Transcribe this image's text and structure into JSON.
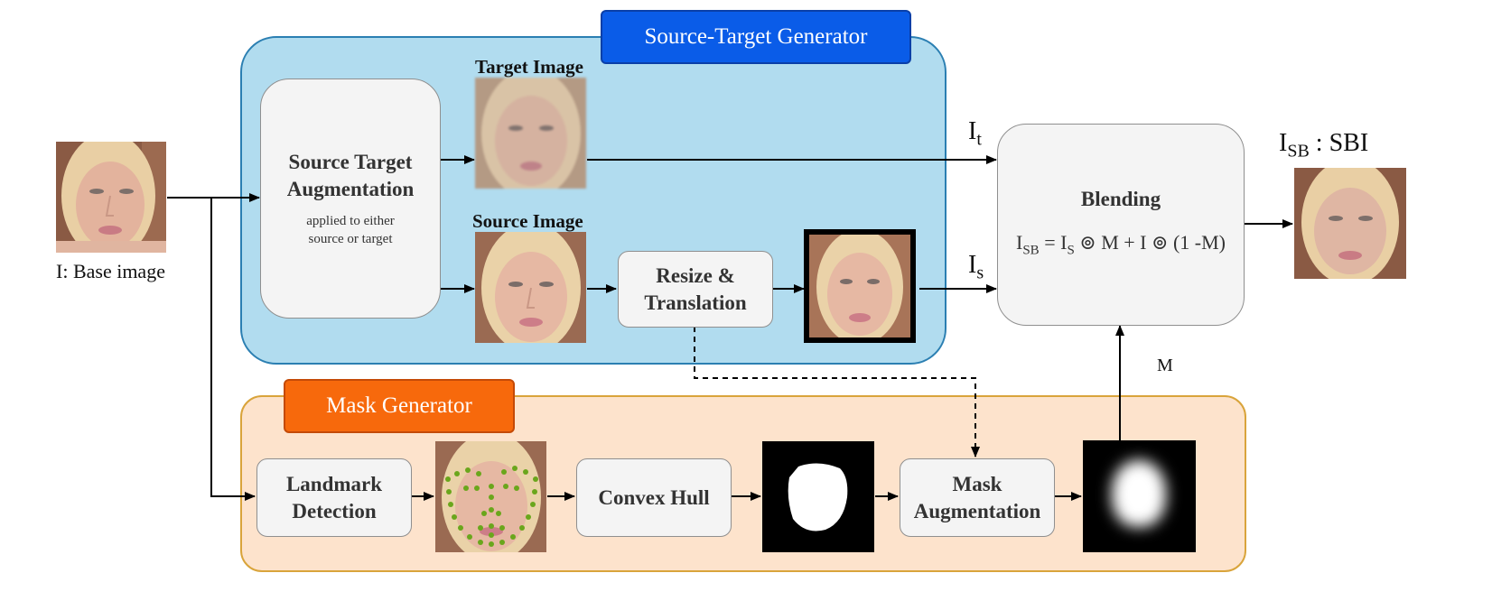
{
  "panels": {
    "source_target_title": "Source-Target Generator",
    "mask_title": "Mask Generator"
  },
  "images": {
    "base_label": "I: Base image",
    "target_label": "Target Image",
    "source_label": "Source Image",
    "output_label_main": "I",
    "output_label_sub": "SB",
    "output_label_rest": " : SBI"
  },
  "boxes": {
    "sta_title": "Source Target Augmentation",
    "sta_note": "applied to either source or target",
    "resize": "Resize & Translation",
    "blending_title": "Blending",
    "landmark": "Landmark Detection",
    "convex_hull": "Convex Hull",
    "mask_aug": "Mask Augmentation"
  },
  "formula": {
    "lhs_main": "I",
    "lhs_sub": "SB",
    "eq": " = ",
    "is_main": "I",
    "is_sub": "S",
    "mid": " ⊚ M + I ⊚ (1 -M)"
  },
  "edges": {
    "it_main": "I",
    "it_sub": "t",
    "is_main": "I",
    "is_sub": "s",
    "m": "M"
  },
  "colors": {
    "blue_panel": "#b1dcef",
    "orange_panel": "#fde3cc",
    "blue_title": "#0a5ce8",
    "orange_title": "#f7690c",
    "landmark_dots": "#6aa61c"
  }
}
